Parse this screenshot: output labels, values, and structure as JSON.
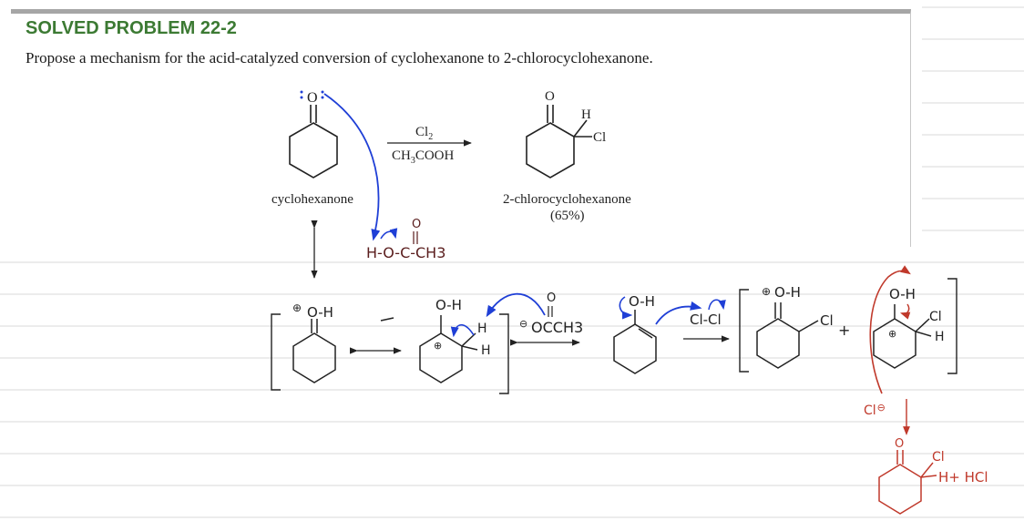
{
  "problem": {
    "heading": "SOLVED PROBLEM 22-2",
    "prompt": "Propose a mechanism for the acid-catalyzed conversion of cyclohexanone to 2-chlorocyclohexanone."
  },
  "reaction": {
    "reagent_top": "Cl",
    "reagent_top_sub": "2",
    "reagent_bottom_a": "CH",
    "reagent_bottom_sub": "3",
    "reagent_bottom_b": "COOH",
    "reactant_name": "cyclohexanone",
    "product_name": "2-chlorocyclohexanone",
    "product_yield": "(65%)",
    "atom_o": "O",
    "atom_h": "H",
    "atom_cl": "Cl"
  },
  "notes": {
    "acetic_acid": "H-O-C-CH3",
    "acid_o": "O",
    "oh_label": "O-H",
    "h_label": "H",
    "acetate": "OCCH3",
    "enol_oh": "O-H",
    "chlorine": "Cl-Cl",
    "cl_label": "Cl",
    "plus": "+",
    "chloride": "Cl",
    "final_cl": "Cl",
    "final_h_hcl": "H+ HCl",
    "final_o": "O"
  },
  "colors": {
    "heading": "#3c7a33",
    "arrow_blue": "#1f3fd6",
    "ink_brown": "#5a1d1d",
    "ink_red": "#c0392b"
  }
}
